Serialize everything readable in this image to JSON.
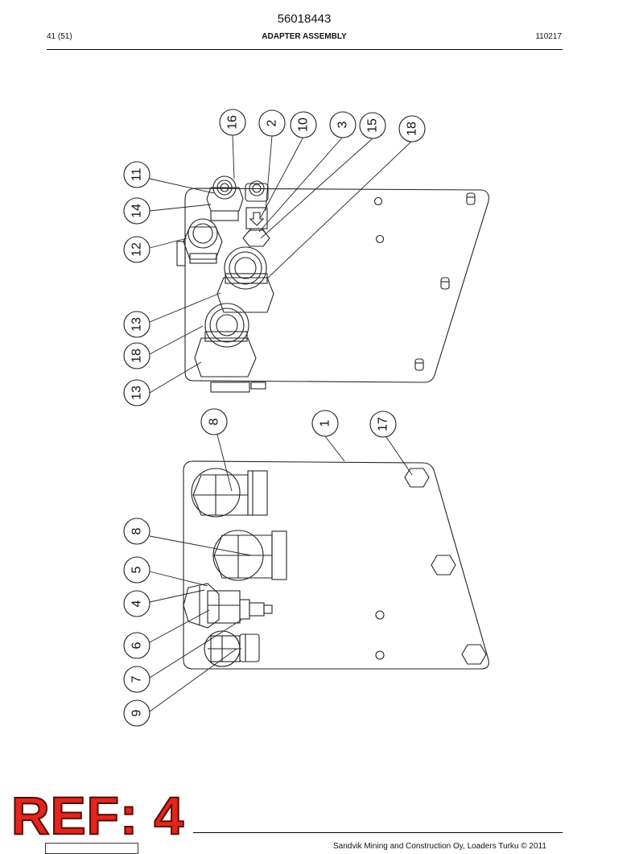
{
  "header": {
    "doc_number": "56018443",
    "page": "41 (51)",
    "title": "ADAPTER ASSEMBLY",
    "date_code": "110217"
  },
  "callouts": {
    "upper": [
      "16",
      "2",
      "10",
      "3",
      "15",
      "18",
      "11",
      "14",
      "12",
      "13",
      "18",
      "13"
    ],
    "lower": [
      "8",
      "1",
      "17",
      "8",
      "5",
      "4",
      "6",
      "7",
      "9"
    ]
  },
  "stamp": {
    "text": "REF: 4"
  },
  "footer": {
    "copyright": "Sandvik Mining and Construction Oy, Loaders Turku © 2011"
  }
}
